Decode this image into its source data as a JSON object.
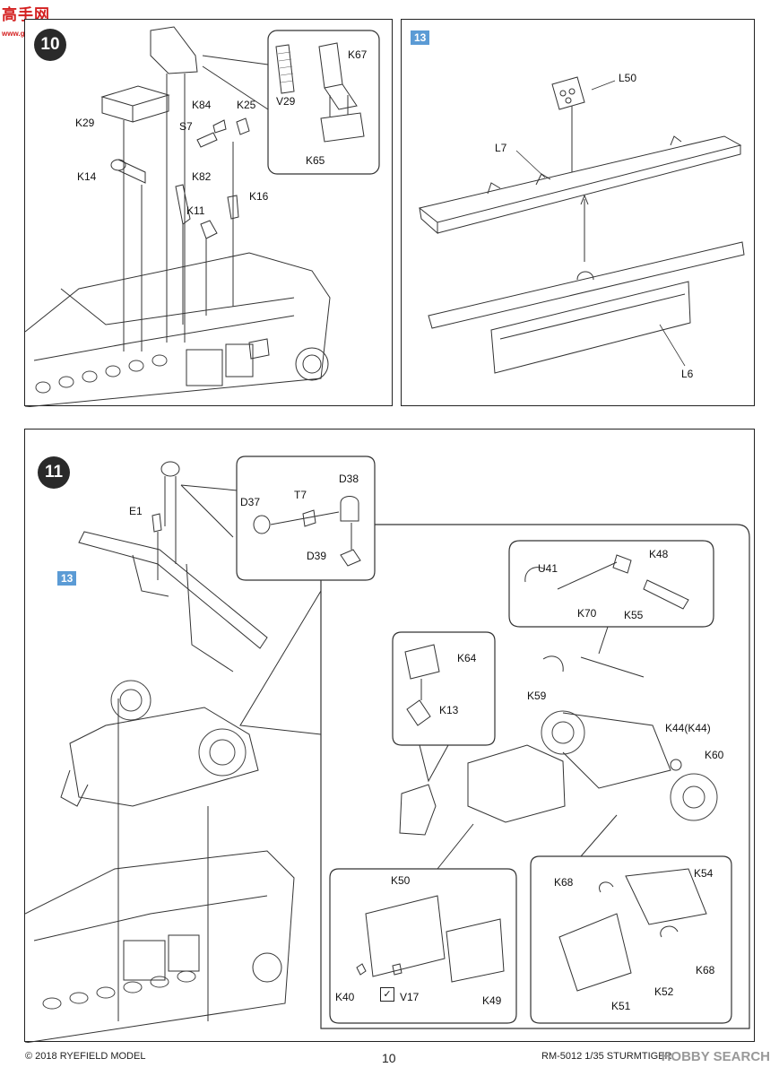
{
  "site_logo": {
    "line1": "高手网",
    "line2": "www.gaoshou.com"
  },
  "step10": {
    "number": "10",
    "parts": [
      "K67",
      "V29",
      "K65",
      "K29",
      "K84",
      "K25",
      "S7",
      "K14",
      "K82",
      "K16",
      "K11"
    ]
  },
  "step13": {
    "number": "13",
    "parts": [
      "L50",
      "L7",
      "L6"
    ]
  },
  "step11": {
    "number": "11",
    "ref_tag": "13",
    "parts_main": [
      "E1"
    ],
    "callout_top": [
      "D38",
      "D37",
      "T7",
      "D39"
    ],
    "callout_right_top": [
      "K48",
      "U41",
      "K70",
      "K55"
    ],
    "callout_k64": [
      "K64",
      "K13"
    ],
    "assembly_parts": [
      "K59",
      "K44(K44)",
      "K60"
    ],
    "callout_k50": [
      "K50",
      "K40",
      "V17",
      "K49"
    ],
    "callout_k54": [
      "K68",
      "K54",
      "K68",
      "K52",
      "K51"
    ]
  },
  "footer": {
    "copyright": "© 2018 RYEFIELD MODEL",
    "page_number": "10",
    "product": "RM-5012 1/35 STURMTIGER"
  },
  "watermark": "HOBBY SEARCH",
  "colors": {
    "tag_blue": "#5b9bd5",
    "badge_dark": "#2a2a2a",
    "logo_red": "#d42020"
  }
}
